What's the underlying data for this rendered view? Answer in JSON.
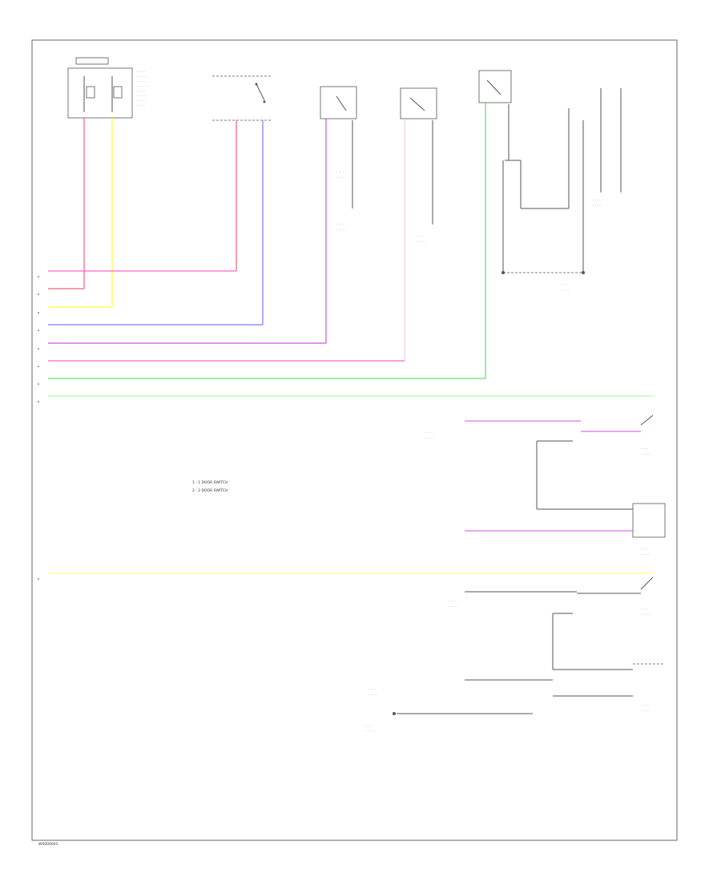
{
  "page_label": "W0000001",
  "legend": [
    "1 : 1 DOOR SWITCH",
    "2 : 2 DOOR SWITCH"
  ],
  "wire_colors": {
    "red": "#ff5a7a",
    "yellow": "#ffff33",
    "blue": "#7a7aff",
    "violet": "#cc55dd",
    "pink": "#ff66cc",
    "green": "#66dd66",
    "light_green": "#aaffaa",
    "dark": "#555555"
  }
}
